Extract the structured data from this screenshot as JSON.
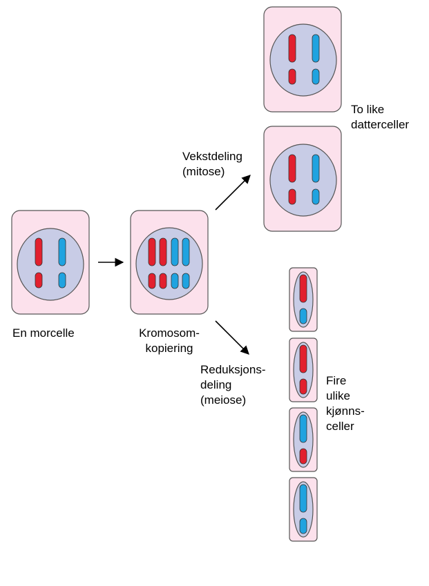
{
  "labels": {
    "mother_cell": "En morcelle",
    "copy_line1": "Kromosom-",
    "copy_line2": "kopiering",
    "mitosis_line1": "Vekstdeling",
    "mitosis_line2": "(mitose)",
    "meiosis_line1": "Reduksjons-",
    "meiosis_line2": "deling",
    "meiosis_line3": "(meiose)",
    "daughter_line1": "To like",
    "daughter_line2": "datterceller",
    "sex_line1": "Fire",
    "sex_line2": "ulike",
    "sex_line3": "kjønns-",
    "sex_line4": "celler"
  },
  "colors": {
    "cell_fill": "#fce1ec",
    "nucleus_fill": "#c8cce6",
    "outline": "#555555",
    "red_chromosome": "#e2202e",
    "blue_chromosome": "#1fa3e0",
    "arrow": "#000000"
  }
}
